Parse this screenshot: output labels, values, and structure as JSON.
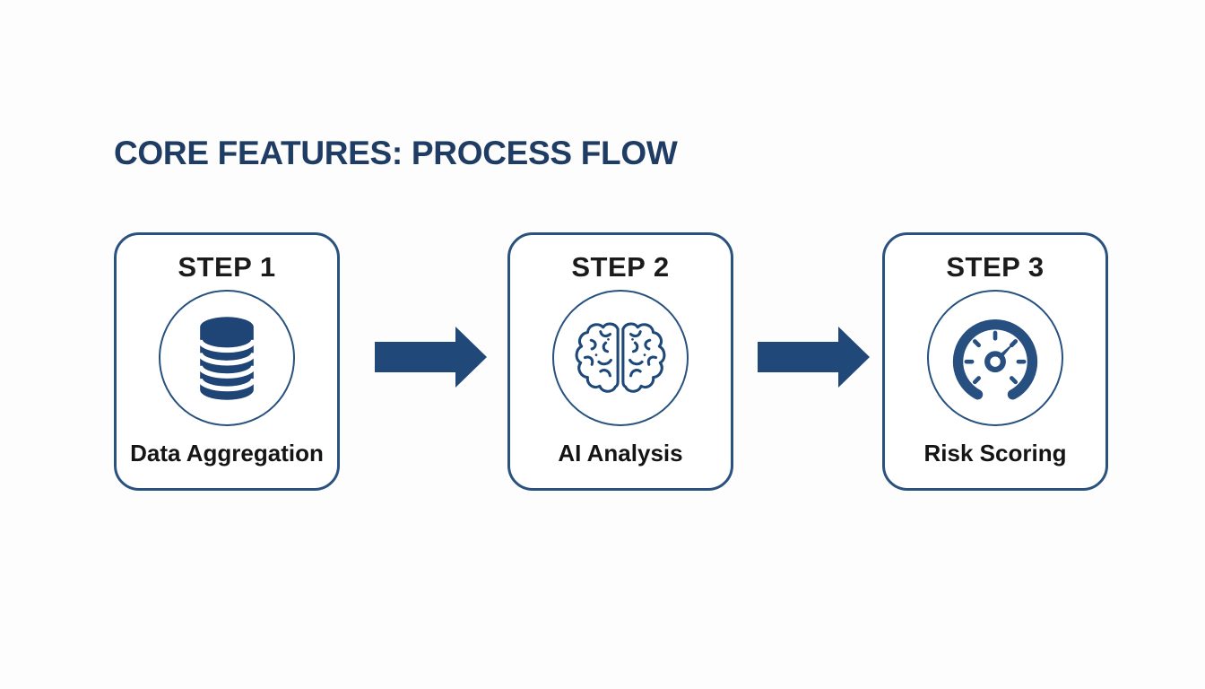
{
  "title": "CORE FEATURES: PROCESS FLOW",
  "steps": [
    {
      "label": "STEP 1",
      "caption": "Data Aggregation",
      "icon": "database-icon"
    },
    {
      "label": "STEP 2",
      "caption": "AI Analysis",
      "icon": "brain-icon"
    },
    {
      "label": "STEP 3",
      "caption": "Risk Scoring",
      "icon": "gauge-icon"
    }
  ],
  "arrows": [
    {
      "icon": "arrow-right-icon"
    },
    {
      "icon": "arrow-right-icon"
    }
  ],
  "colors": {
    "background": "#fdfdfd",
    "title_navy": "#1e3c64",
    "card_border_blue": "#2a527f",
    "icon_navy": "#1e4575",
    "arrow_navy": "#20497a",
    "step_text_dark": "#1b1b1b"
  }
}
